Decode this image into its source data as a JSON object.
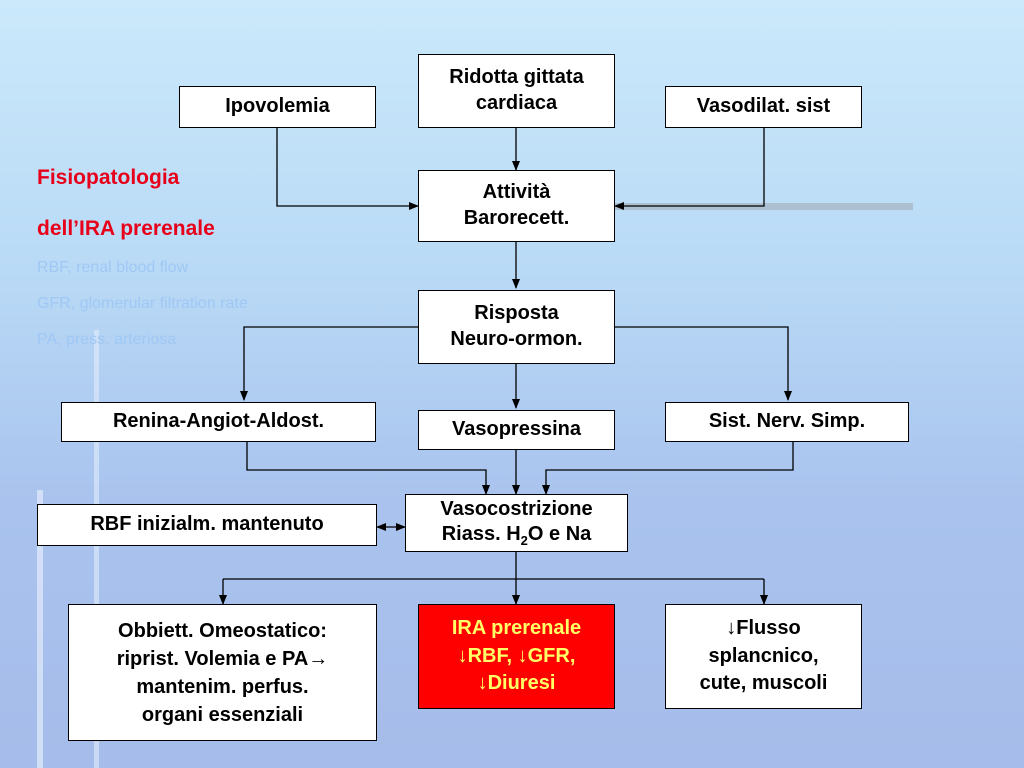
{
  "sidebar": {
    "title_line1": "Fisiopatologia",
    "title_line2": "dell’IRA prerenale",
    "notes": [
      "RBF, renal blood flow",
      "GFR, glomerular filtration rate",
      "PA, press. arteriosa"
    ]
  },
  "nodes": {
    "ridotta": [
      "Ridotta gittata",
      "cardiaca"
    ],
    "ipovolemia": [
      "Ipovolemia"
    ],
    "vasodilat": [
      "Vasodilat. sist"
    ],
    "attivita": [
      "Attività",
      "Barorecett."
    ],
    "risposta": [
      "Risposta",
      "Neuro-ormon."
    ],
    "renina": [
      "Renina-Angiot-Aldost."
    ],
    "vasopressina": [
      "Vasopressina"
    ],
    "sist_nerv": [
      "Sist. Nerv. Simp."
    ],
    "vasocostrizione_l1": "Vasocostrizione",
    "vasocostrizione_l2_pre": "Riass. H",
    "vasocostrizione_l2_sub": "2",
    "vasocostrizione_l2_post": "O e Na",
    "rbf": [
      "RBF inizialm. mantenuto"
    ],
    "obbiett": [
      "Obbiett. Omeostatico:",
      "riprist. Volemia e PA→",
      "mantenim. perfus.",
      "organi essenziali"
    ],
    "ira": [
      "IRA prerenale",
      "↓RBF, ↓GFR,",
      "↓Diuresi"
    ],
    "flusso": [
      "↓Flusso",
      "splancnico,",
      "cute, muscoli"
    ]
  },
  "colors": {
    "highlight": "#ff0000",
    "highlight_text": "#ffff66",
    "title": "#e8001a",
    "note": "#9fc8f4"
  }
}
